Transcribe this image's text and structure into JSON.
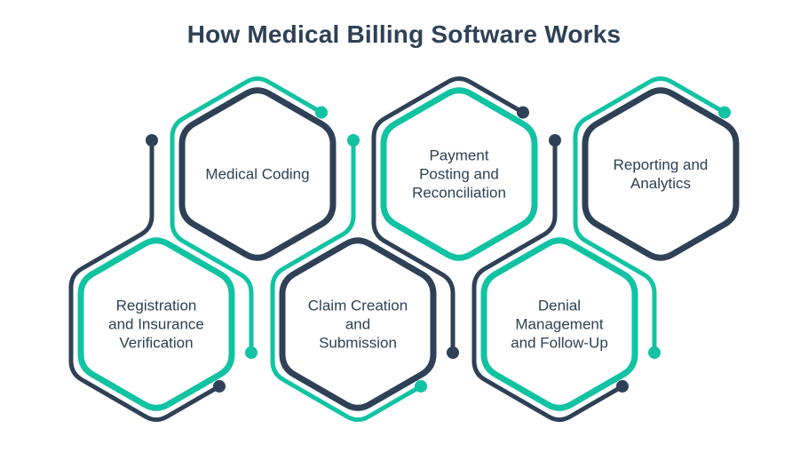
{
  "title": "How Medical Billing Software Works",
  "colors": {
    "navy": "#2e4156",
    "teal": "#11c3a2",
    "background": "#ffffff"
  },
  "nodes": [
    {
      "id": "medical-coding",
      "label": "Medical Coding",
      "outline": "navy",
      "accent": "teal"
    },
    {
      "id": "payment-posting-reconciliation",
      "label": "Payment Posting and Reconciliation",
      "outline": "teal",
      "accent": "navy"
    },
    {
      "id": "reporting-analytics",
      "label": "Reporting and Analytics",
      "outline": "navy",
      "accent": "teal"
    },
    {
      "id": "registration-insurance-verification",
      "label": "Registration and Insurance Verification",
      "outline": "teal",
      "accent": "navy"
    },
    {
      "id": "claim-creation-submission",
      "label": "Claim Creation and Submission",
      "outline": "navy",
      "accent": "teal"
    },
    {
      "id": "denial-management-follow-up",
      "label": "Denial Management and Follow-Up",
      "outline": "teal",
      "accent": "navy"
    }
  ]
}
